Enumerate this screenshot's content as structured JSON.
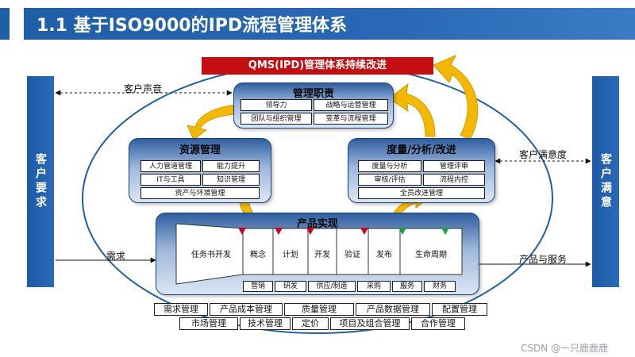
{
  "title": "1.1 基于ISO9000的IPD流程管理体系",
  "qms_banner": "QMS(IPD)管理体系持续改进",
  "left_column": "客户要求",
  "right_column": "客户满意",
  "flows": {
    "customer_voice": "客户声音",
    "satisfaction": "客户满意度",
    "demand": "需求",
    "product_service": "产品与服务"
  },
  "mgmt_duty": {
    "title": "管理职责",
    "cells": [
      "领导力",
      "战略与运营管理",
      "团队与组织管理",
      "变革与流程管理"
    ]
  },
  "resource_mgmt": {
    "title": "资源管理",
    "cells": [
      "人力管道管理",
      "能力提升",
      "IT与工具",
      "知识管理",
      "资产与环境管理"
    ]
  },
  "measurement": {
    "title": "度量/分析/改进",
    "cells": [
      "度量与分析",
      "管理评审",
      "审核/评估",
      "流程内控",
      "全员改进管理"
    ]
  },
  "product_realization": {
    "title": "产品实现",
    "stages": [
      "任务书开发",
      "概念",
      "计划",
      "开发",
      "验证",
      "发布",
      "生命周期"
    ],
    "departments": [
      "营销",
      "研发",
      "供应/制造",
      "采购",
      "服务",
      "财务"
    ]
  },
  "bottom_row1": [
    "需求管理",
    "产品成本管理",
    "质量管理",
    "产品数据管理",
    "配置管理"
  ],
  "bottom_row2": [
    "市场管理",
    "技术管理",
    "定价",
    "项目及组合管理",
    "合作管理"
  ],
  "watermark": "CSDN @一只鹿鹿鹿",
  "colors": {
    "brand_blue": "#1f5fa8",
    "banner_red": "#c40e12",
    "arrow_yellow": "#f5b800",
    "marker_red": "#d0021b",
    "marker_green": "#1e9e3a"
  }
}
